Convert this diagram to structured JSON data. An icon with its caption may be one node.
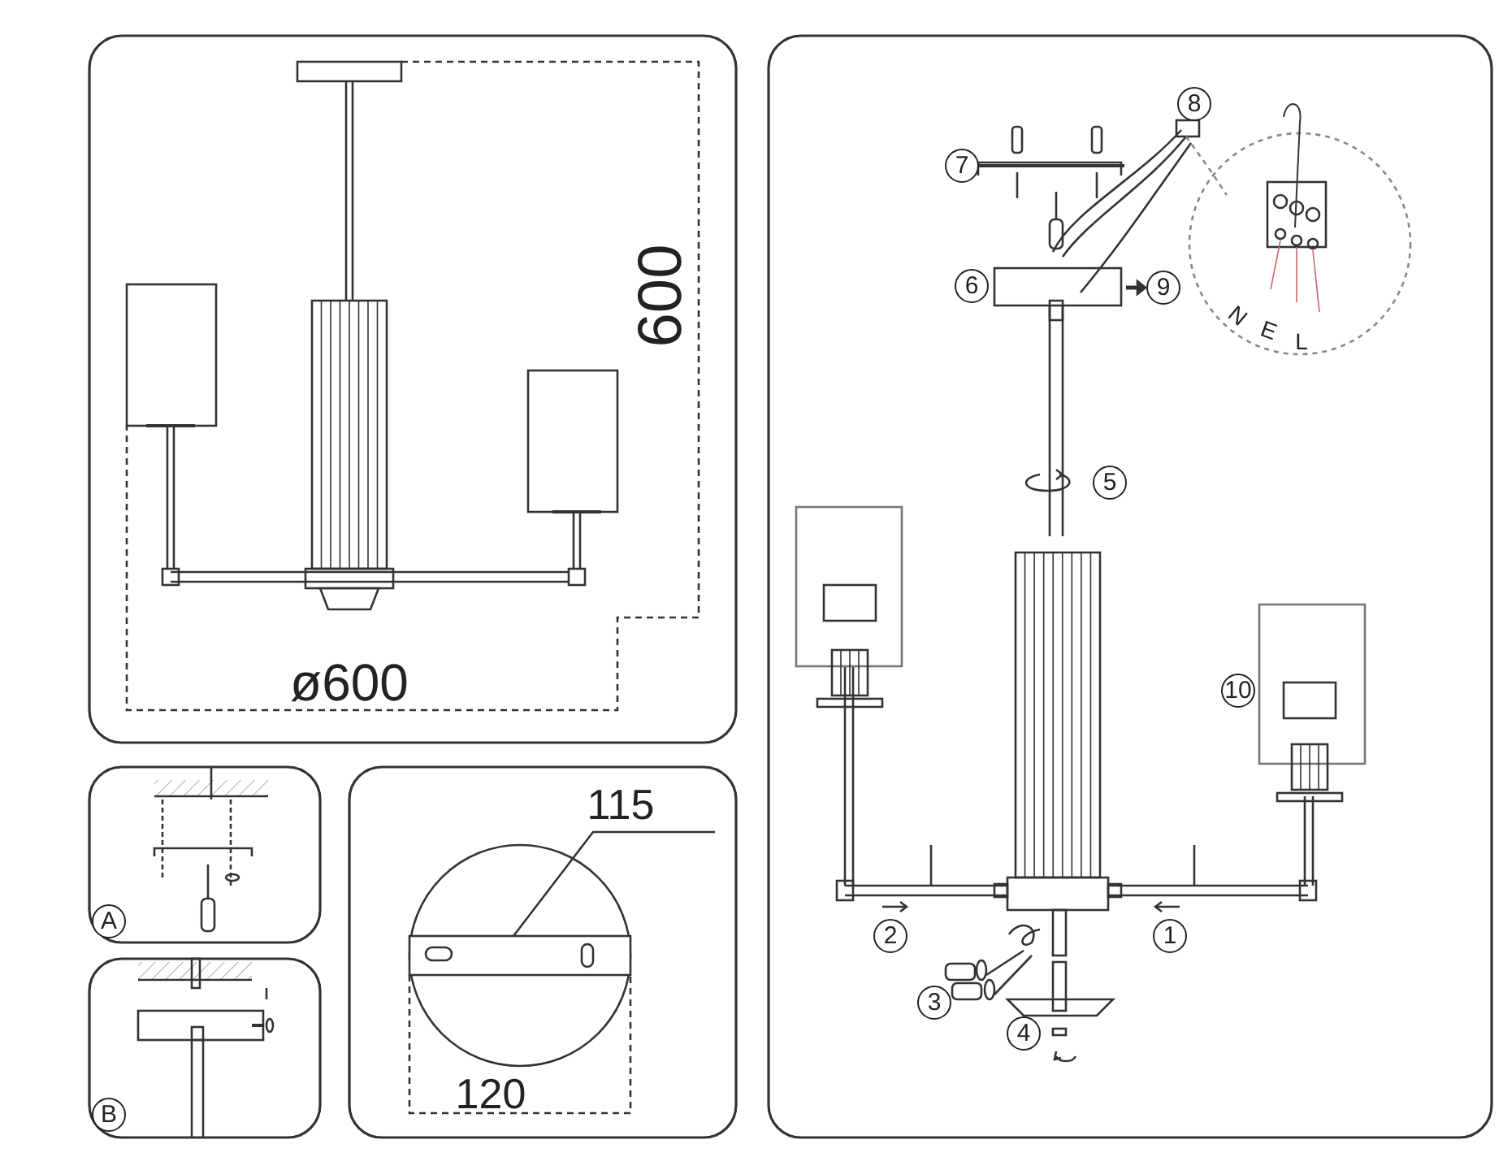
{
  "diagram": {
    "nodes": [
      {
        "text": [
          "115"
        ]
      },
      {
        "text": [],
        "shape": "bar"
      }
    ],
    "edges": [
      {
        "from": 0,
        "to": 1,
        "arrow": "none"
      }
    ],
    "labels": [
      "600",
      "ø600",
      "7",
      "8",
      "6",
      "9",
      "N",
      "E",
      "L",
      "5",
      "10",
      "2",
      "1",
      "3",
      "4",
      "A",
      "B",
      "120"
    ]
  }
}
